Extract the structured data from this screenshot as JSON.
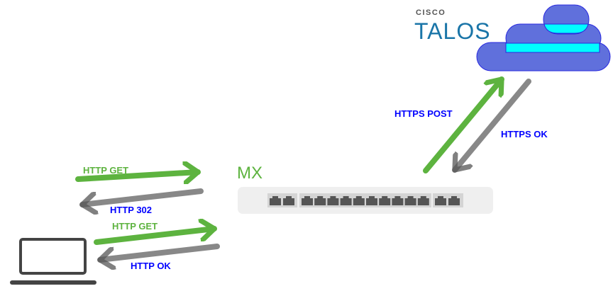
{
  "logo": {
    "brand": "CISCO",
    "name": "TALOS"
  },
  "device": {
    "label": "MX"
  },
  "flows": [
    {
      "label": "HTTP GET",
      "color": "#5db33f"
    },
    {
      "label": "HTTP 302",
      "color": "#0000ff"
    },
    {
      "label": "HTTP GET",
      "color": "#5db33f"
    },
    {
      "label": "HTTP OK",
      "color": "#0000ff"
    },
    {
      "label": "HTTPS POST",
      "color": "#0000ff"
    },
    {
      "label": "HTTPS OK",
      "color": "#0000ff"
    }
  ],
  "colors": {
    "green": "#5db33f",
    "gray": "#808080",
    "cloud": "#6070dc",
    "cloud_band": "#00ffff",
    "talos": "#1a75a8"
  }
}
